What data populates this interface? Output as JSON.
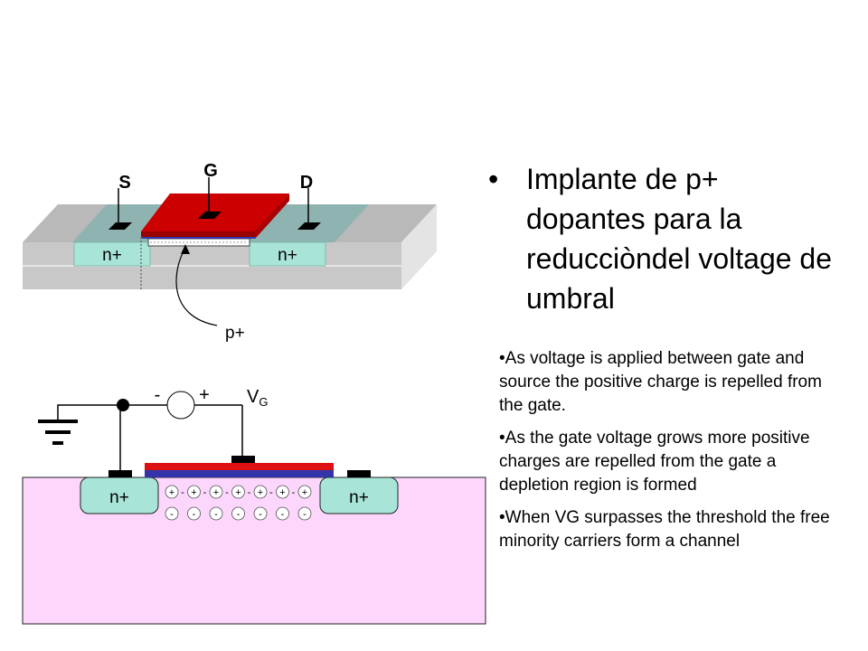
{
  "diagram_top": {
    "terminal_source": "S",
    "terminal_gate": "G",
    "terminal_drain": "D",
    "region_left": "n+",
    "region_right": "n+",
    "implant_label": "p+"
  },
  "diagram_bottom": {
    "polarity_minus": "-",
    "polarity_plus": "+",
    "vg_label": "V",
    "vg_subscript": "G",
    "region_left": "n+",
    "region_right": "n+",
    "positive_charges": [
      "+",
      "+",
      "+",
      "+",
      "+",
      "+",
      "+"
    ],
    "negative_charges": [
      "-",
      "-",
      "-",
      "-",
      "-",
      "-",
      "-"
    ],
    "negative_charge_symbol": "-"
  },
  "main_bullet": {
    "bullet": "•",
    "text": "Implante de p+ dopantes para la reducciòndel voltage de umbral"
  },
  "notes": [
    "•As voltage is applied between gate and source the positive charge is repelled from the gate.",
    "•As the gate voltage grows more positive charges are repelled from the gate a depletion region is formed",
    "•When VG surpasses the threshold the free minority carriers form a channel"
  ],
  "colors": {
    "substrate_pink": "#fcd6fc",
    "n_region": "#a8e4d8",
    "gate_red": "#cc0000",
    "gate_blue": "#3333aa",
    "die_gray": "#c8c8c8",
    "die_teal": "#8fb3b0"
  }
}
